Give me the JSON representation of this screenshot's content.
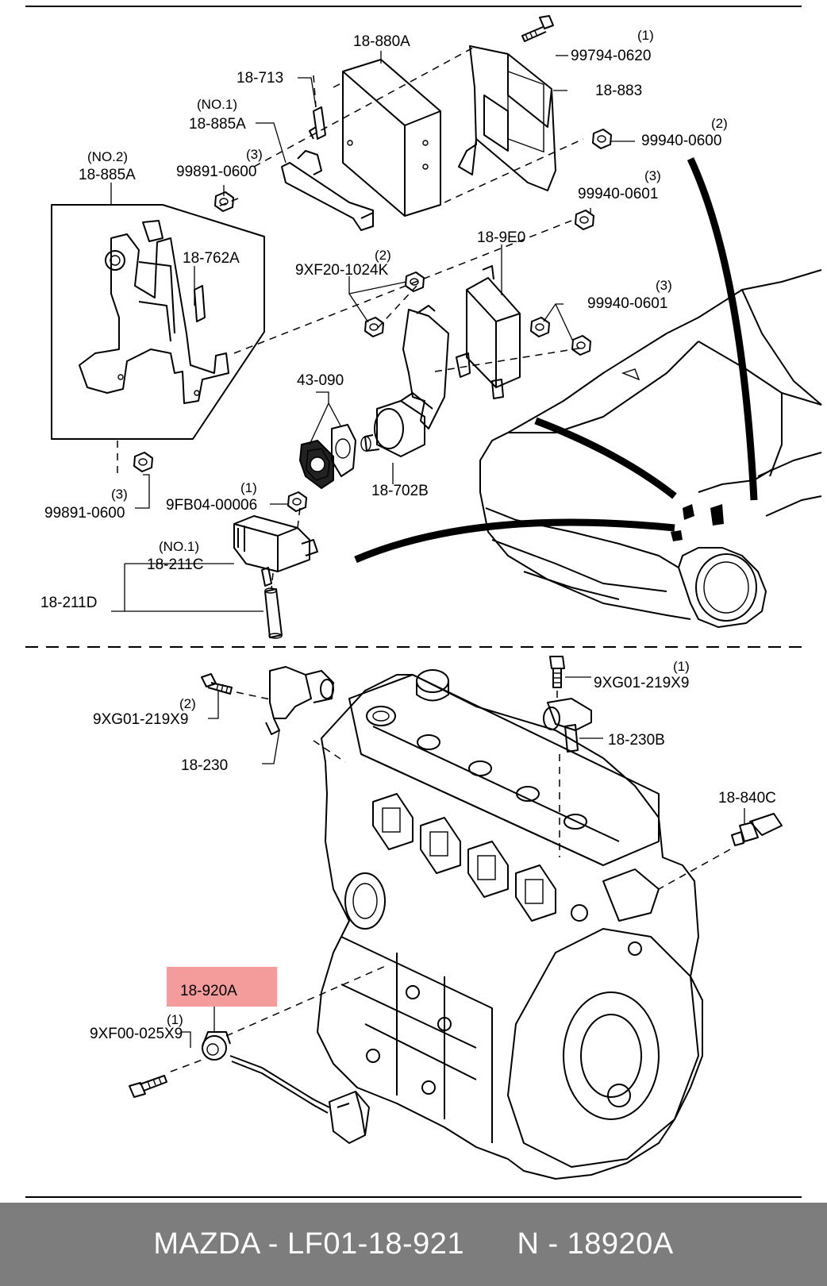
{
  "labels": {
    "p18_880A": "18-880A",
    "p99794_0620": "99794-0620",
    "q99794": "(1)",
    "p18_713": "18-713",
    "p18_883": "18-883",
    "no1_a": "(NO.1)",
    "p18_885A_1": "18-885A",
    "p99940_0600": "99940-0600",
    "q99940_0600": "(2)",
    "no2": "(NO.2)",
    "p18_885A_2": "18-885A",
    "p99891_0600_top": "99891-0600",
    "q99891_top": "(3)",
    "p99940_0601_a": "99940-0601",
    "q99940_0601_a": "(3)",
    "p18_762A": "18-762A",
    "p18_9E0": "18-9E0",
    "p9XF20": "9XF20-1024K",
    "q9XF20": "(2)",
    "p99940_0601_b": "99940-0601",
    "q99940_0601_b": "(3)",
    "p43_090": "43-090",
    "p18_702B": "18-702B",
    "p99891_0600_bot": "99891-0600",
    "q99891_bot": "(3)",
    "p9FB04": "9FB04-00006",
    "q9FB04": "(1)",
    "no1_b": "(NO.1)",
    "p18_211C": "18-211C",
    "p18_211D": "18-211D",
    "p9XG01_right": "9XG01-219X9",
    "q9XG01_right": "(1)",
    "p9XG01_left": "9XG01-219X9",
    "q9XG01_left": "(2)",
    "p18_230B": "18-230B",
    "p18_230": "18-230",
    "p18_840C": "18-840C",
    "p18_920A": "18-920A",
    "p9XF00": "9XF00-025X9",
    "q9XF00": "(1)"
  },
  "highlight": {
    "label": "18-920A",
    "color": "#f28b8b"
  },
  "footer": {
    "left": "MAZDA - LF01-18-921",
    "right": "N - 18920A",
    "background": "#7d7d7d",
    "text_color": "#ffffff"
  }
}
